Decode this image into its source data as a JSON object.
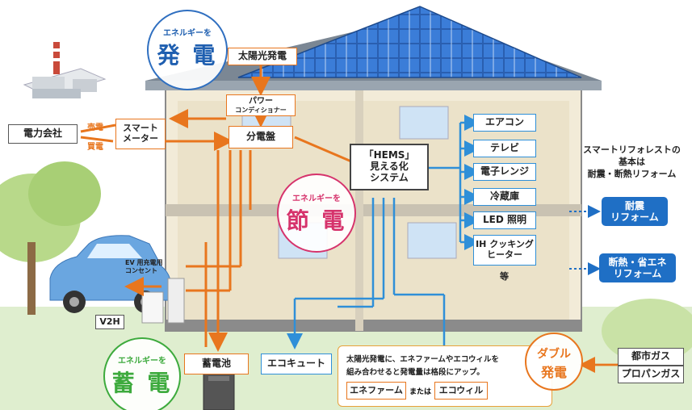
{
  "generation": {
    "circle_small": "エネルギーを",
    "circle_big": "発 電",
    "solar_label": "太陽光発電"
  },
  "power_company": "電力会社",
  "sell_label": "売電",
  "buy_label": "買電",
  "smart_meter": "スマート\nメーター",
  "power_conditioner_1": "パワー",
  "power_conditioner_2": "コンディショナー",
  "distribution_board": "分電盤",
  "hems": {
    "line1": "「HEMS」",
    "line2": "見える化",
    "line3": "システム"
  },
  "saving": {
    "circle_small": "エネルギーを",
    "circle_big": "節 電"
  },
  "appliances": [
    "エアコン",
    "テレビ",
    "電子レンジ",
    "冷蔵庫",
    "LED 照明",
    "IH クッキング\nヒーター"
  ],
  "etc_label": "等",
  "reform_note": {
    "line1": "スマートリフォレストの",
    "line2": "基本は",
    "line3": "耐震・断熱リフォーム"
  },
  "reform_buttons": [
    "耐震\nリフォーム",
    "断熱・省エネ\nリフォーム"
  ],
  "ev_outlet": "EV 用充電用\nコンセント",
  "v2h": "V2H",
  "storage": {
    "circle_small": "エネルギーを",
    "circle_big": "蓄 電",
    "battery_label": "蓄電池"
  },
  "ecocute": "エコキュート",
  "double": {
    "circle_line1": "ダブル",
    "circle_line2": "発電",
    "text_line1": "太陽光発電に、エネファームやエコウィルを",
    "text_line2": "組み合わせると発電量は格段にアップ。",
    "enefarm": "エネファーム",
    "or": "または",
    "ecowill": "エコウィル"
  },
  "gas": [
    "都市ガス",
    "プロパンガス"
  ],
  "colors": {
    "orange": "#e8761e",
    "blue": "#2f8fd8",
    "pink": "#d6336c",
    "green": "#3daa3d",
    "navy": "#1f6fc5"
  }
}
